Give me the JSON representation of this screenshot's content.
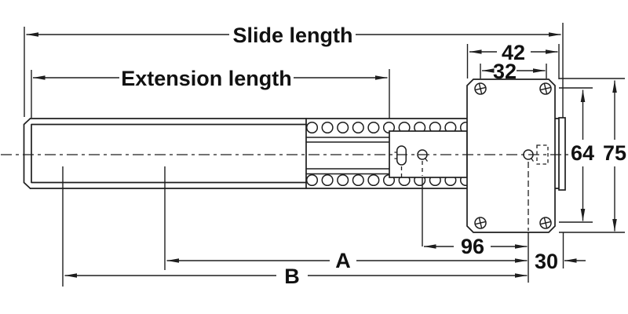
{
  "figure": {
    "type": "technical-drawing",
    "subject": "Ball-bearing drawer slide with mounting plate - dimensional drawing",
    "labels": {
      "slide_length": "Slide length",
      "extension_length": "Extension length"
    },
    "dimensions": {
      "plate_width": "42",
      "plate_hole_spacing_h": "32",
      "plate_hole_spacing_v": "64",
      "plate_height": "75",
      "hole_to_plate_hole": "96",
      "plate_hole_to_end": "30",
      "dim_a": "A",
      "dim_b": "B"
    },
    "colors": {
      "line": "#1e1e1e",
      "background": "#ffffff"
    }
  }
}
